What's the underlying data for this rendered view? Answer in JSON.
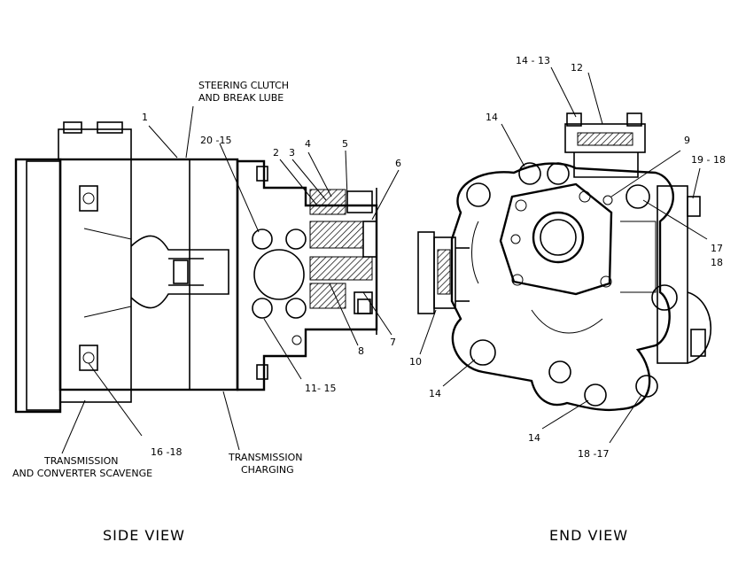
{
  "views": {
    "side_caption": "SIDE VIEW",
    "end_caption": "END VIEW"
  },
  "notes": {
    "steering_line1": "STEERING CLUTCH",
    "steering_line2": "AND BREAK LUBE",
    "scavenge_line1": "TRANSMISSION",
    "scavenge_line2": "AND CONVERTER SCAVENGE",
    "charging_line1": "TRANSMISSION",
    "charging_line2": "CHARGING"
  },
  "callouts": {
    "side": {
      "c1": "1",
      "c20_15": "20 -15",
      "c2": "2",
      "c3": "3",
      "c4": "4",
      "c5": "5",
      "c6": "6",
      "c7": "7",
      "c8": "8",
      "c11_15": "11- 15",
      "c16_18": "16 -18"
    },
    "end": {
      "c14_13": "14 - 13",
      "c12": "12",
      "c14_top": "14",
      "c9": "9",
      "c19_18": "19 - 18",
      "c17": "17",
      "c18": "18",
      "c10": "10",
      "c14_left": "14",
      "c14_bottom": "14",
      "c18_17": "18 -17"
    }
  }
}
